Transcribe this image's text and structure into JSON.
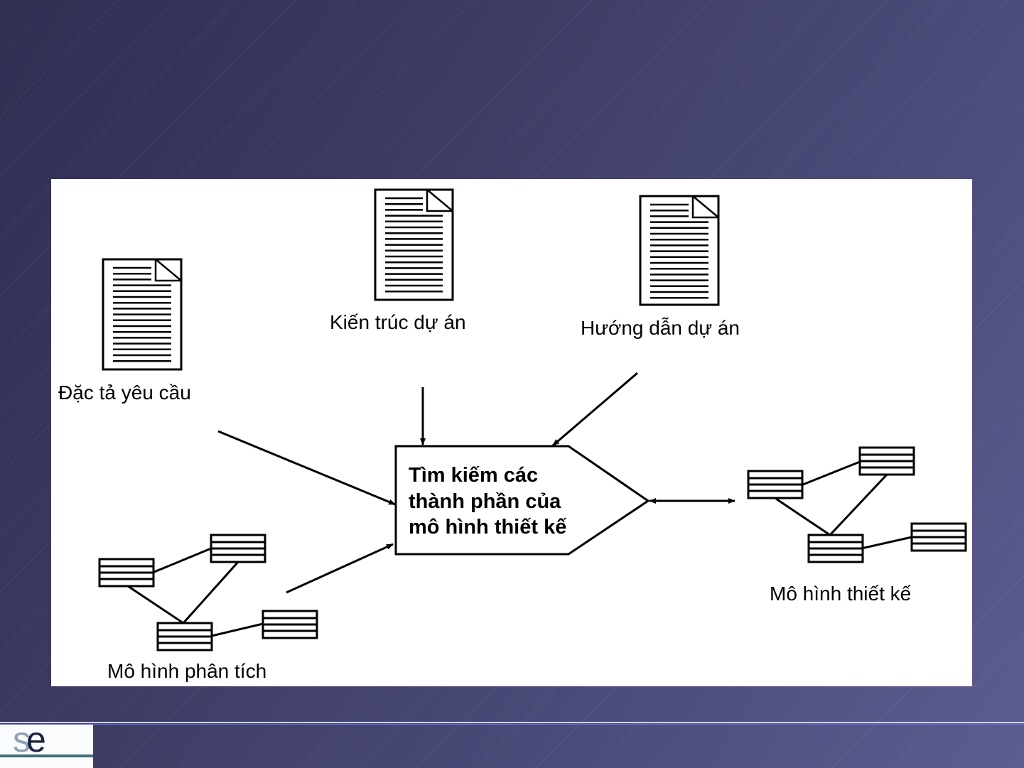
{
  "slide": {
    "logo_text": "se",
    "diagram": {
      "documents": [
        {
          "label": "Đặc tả yêu cầu"
        },
        {
          "label": "Kiến trúc dự án"
        },
        {
          "label": "Hướng dẫn dự án"
        }
      ],
      "process": {
        "lines": [
          "Tìm kiếm các",
          "thành phần của",
          "mô hình thiết kế"
        ]
      },
      "analysis_model_label": "Mô hình phân tích",
      "design_model_label": "Mô hình thiết kế"
    }
  }
}
